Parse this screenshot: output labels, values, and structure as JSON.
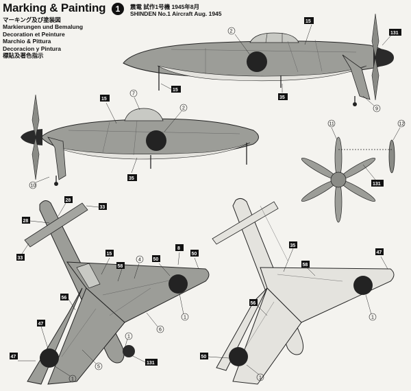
{
  "header": {
    "title": "Marking & Painting",
    "subtitles": [
      "マーキング及び塗装図",
      "Markierungen und Bemalung",
      "Decoration et Peinture",
      "Marchio & Pittura",
      "Decoracion y Pintura",
      "標貼及著色指示"
    ],
    "step_number": "1",
    "spec_line1": "震電  試作1号機  1945年8月",
    "spec_line2": "SHINDEN No.1 Aircraft  Aug. 1945"
  },
  "colors": {
    "fuselage_gray": "#9c9d98",
    "top_gray": "#8a8b86",
    "underside": "#e4e3de",
    "hinomaru": "#232323",
    "line": "#222222"
  },
  "callouts": {
    "right_side": [
      "2",
      "15",
      "131",
      "15",
      "35",
      "9"
    ],
    "left_side": [
      "15",
      "7",
      "2",
      "35",
      "10"
    ],
    "propeller": [
      "11",
      "12",
      "131"
    ],
    "top_view": [
      "28",
      "28",
      "33",
      "33",
      "15",
      "58",
      "4",
      "50",
      "8",
      "50",
      "56",
      "47",
      "5",
      "1",
      "1",
      "6",
      "131",
      "47",
      "1"
    ],
    "bottom_view": [
      "35",
      "58",
      "47",
      "56",
      "1",
      "50",
      "1"
    ]
  }
}
